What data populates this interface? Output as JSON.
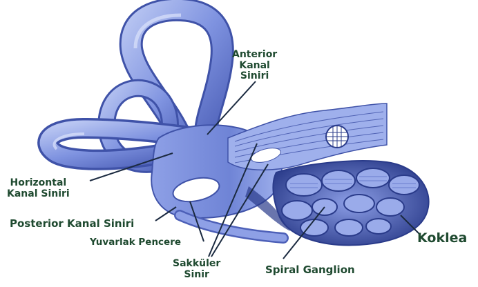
{
  "labels": {
    "anterior": [
      "Anterior",
      "Kanal",
      "Siniri"
    ],
    "horizontal": [
      "Horizontal",
      "Kanal Siniri"
    ],
    "posterior": "Posterior Kanal Siniri",
    "yuvarlak": "Yuvarlak Pencere",
    "sakkuler": [
      "Sakküler",
      "Sinir"
    ],
    "spiral": "Spiral Ganglion",
    "koklea": "Koklea"
  },
  "colors": {
    "label_text": "#1f4a30",
    "canal_fill": "#7f93e0",
    "canal_dark": "#3f52a8",
    "canal_light": "#b9c6f2",
    "cochlea_dark": "#2a3b8a",
    "leader": "#1b2a40"
  }
}
